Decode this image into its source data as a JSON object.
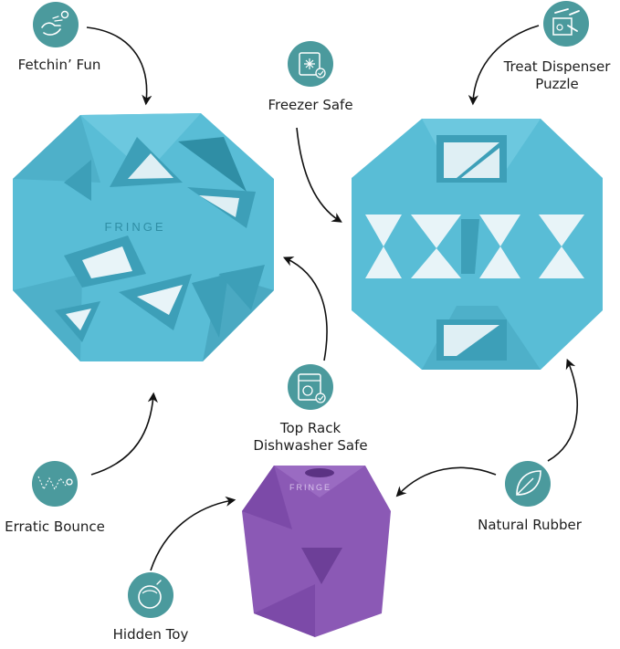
{
  "colors": {
    "icon_badge": "#4b9a9d",
    "toy_blue": "#59bdd6",
    "toy_blue_dark": "#3d9fb8",
    "toy_purple": "#8b59b5",
    "toy_purple_dark": "#6d3f98",
    "arrow": "#111111"
  },
  "features": {
    "fetchin_fun": {
      "label": "Fetchin’ Fun",
      "icon": "ball-throw-icon"
    },
    "freezer_safe": {
      "label": "Freezer Safe",
      "icon": "freezer-snowflake-icon"
    },
    "treat_dispenser": {
      "line1": "Treat Dispenser",
      "line2": "Puzzle",
      "icon": "bones-puzzle-icon"
    },
    "dishwasher_safe": {
      "line1": "Top Rack",
      "line2": "Dishwasher Safe",
      "icon": "dishwasher-icon"
    },
    "erratic_bounce": {
      "label": "Erratic Bounce",
      "icon": "bounce-dots-icon"
    },
    "natural_rubber": {
      "label": "Natural Rubber",
      "icon": "leaf-icon"
    },
    "hidden_toy": {
      "label": "Hidden Toy",
      "icon": "hidden-ball-icon"
    }
  },
  "products": {
    "left_ball_brand": "FRINGE",
    "purple_toy_brand": "FRINGE"
  }
}
